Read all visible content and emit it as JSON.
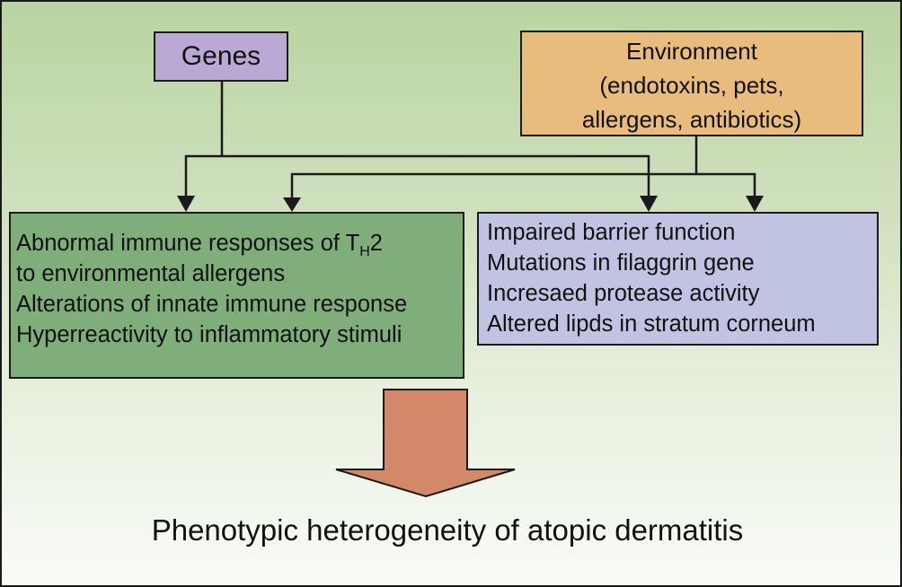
{
  "diagram": {
    "genes": {
      "label": "Genes",
      "color": "#b9a9d4"
    },
    "environment": {
      "lines": [
        "Environment",
        "(endotoxins, pets,",
        "allergens, antibiotics)"
      ],
      "color": "#e8bc7c"
    },
    "immune_box": {
      "line1_prefix": "Abnormal immune responses of T",
      "line1_sub": "H",
      "line1_suffix": "2",
      "lines": [
        "to environmental allergens",
        "Alterations of innate immune response",
        "Hyperreactivity to inflammatory stimuli"
      ],
      "color": "#7fae7b"
    },
    "barrier_box": {
      "lines": [
        "Impaired barrier function",
        "Mutations in filaggrin gene",
        "Incresaed protease activity",
        "Altered lipds in stratum corneum"
      ],
      "color": "#c0c4e2"
    },
    "big_arrow_color": "#d4886a",
    "outcome": "Phenotypic heterogeneity of atopic dermatitis",
    "connections": [
      {
        "from": "Genes",
        "to": "immune_box"
      },
      {
        "from": "Genes",
        "to": "barrier_box"
      },
      {
        "from": "Environment",
        "to": "immune_box"
      },
      {
        "from": "Environment",
        "to": "barrier_box"
      },
      {
        "from": "immune_box + barrier_box",
        "to": "outcome"
      }
    ]
  }
}
